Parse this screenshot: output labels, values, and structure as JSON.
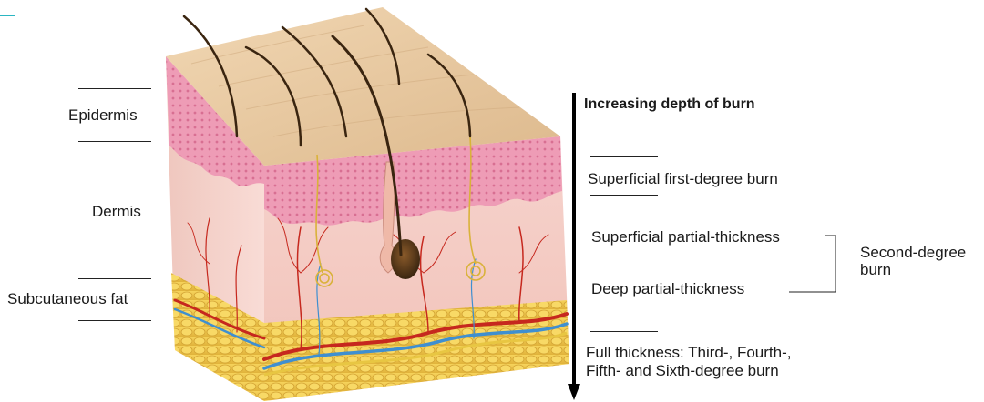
{
  "colors": {
    "accent": "#2bb6c2",
    "surface": "#e9cba2",
    "epidermis": "#e98fac",
    "dermis": "#f7cfc8",
    "fat": "#f2c84a",
    "vessel_red": "#c6281e",
    "vessel_blue": "#3f8fd0",
    "hair": "#3a2510"
  },
  "layers": {
    "epidermis": "Epidermis",
    "dermis": "Dermis",
    "subcutaneous": "Subcutaneous fat"
  },
  "depth_axis": {
    "title": "Increasing depth of burn"
  },
  "burns": {
    "superficial": "Superficial first-degree burn",
    "superficial_partial": "Superficial partial-thickness",
    "deep_partial": "Deep partial-thickness",
    "second_degree": [
      "Second-degree",
      "burn"
    ],
    "full_thickness": [
      "Full thickness: Third-, Fourth-,",
      "Fifth- and Sixth-degree burn"
    ]
  }
}
